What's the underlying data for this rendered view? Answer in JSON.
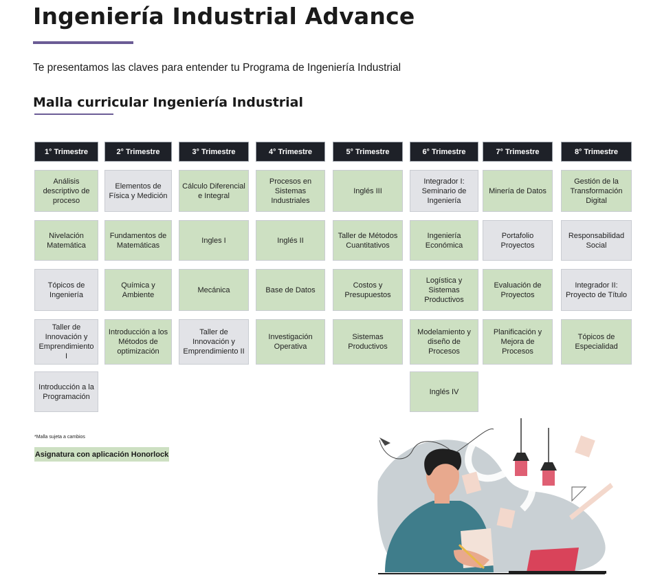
{
  "header": {
    "title": "Ingeniería Industrial Advance",
    "intro": "Te presentamos las claves para entender tu Programa de Ingeniería Industrial",
    "subtitle": "Malla curricular Ingeniería Industrial"
  },
  "colors": {
    "accent_rule": "#6b5c95",
    "header_bg": "#1e2128",
    "honorlock_green": "#cde0c2",
    "standard_gray": "#e2e3e7"
  },
  "curriculum": {
    "terms": [
      {
        "label": "1° Trimestre",
        "courses": [
          {
            "name": "Análisis descriptivo de proceso",
            "honorlock": true
          },
          {
            "name": "Nivelación Matemática",
            "honorlock": true
          },
          {
            "name": "Tópicos de Ingeniería",
            "honorlock": false
          },
          {
            "name": "Taller de Innovación y Emprendimiento I",
            "honorlock": false
          },
          {
            "name": "Introducción a la Programación",
            "honorlock": false
          }
        ]
      },
      {
        "label": "2° Trimestre",
        "courses": [
          {
            "name": "Elementos de Física y Medición",
            "honorlock": false
          },
          {
            "name": "Fundamentos de Matemáticas",
            "honorlock": true
          },
          {
            "name": "Química y Ambiente",
            "honorlock": true
          },
          {
            "name": "Introducción a los Métodos de optimización",
            "honorlock": true
          }
        ]
      },
      {
        "label": "3° Trimestre",
        "courses": [
          {
            "name": "Cálculo Diferencial e Integral",
            "honorlock": true
          },
          {
            "name": "Ingles I",
            "honorlock": true
          },
          {
            "name": "Mecánica",
            "honorlock": true
          },
          {
            "name": "Taller de Innovación y Emprendimiento II",
            "honorlock": false
          }
        ]
      },
      {
        "label": "4° Trimestre",
        "courses": [
          {
            "name": "Procesos en Sistemas Industriales",
            "honorlock": true
          },
          {
            "name": "Inglés II",
            "honorlock": true
          },
          {
            "name": "Base de Datos",
            "honorlock": true
          },
          {
            "name": "Investigación Operativa",
            "honorlock": true
          }
        ]
      },
      {
        "label": "5° Trimestre",
        "courses": [
          {
            "name": "Inglés III",
            "honorlock": true
          },
          {
            "name": "Taller de Métodos Cuantitativos",
            "honorlock": true
          },
          {
            "name": "Costos y Presupuestos",
            "honorlock": true
          },
          {
            "name": "Sistemas Productivos",
            "honorlock": true
          }
        ]
      },
      {
        "label": "6° Trimestre",
        "courses": [
          {
            "name": "Integrador I: Seminario de Ingeniería",
            "honorlock": false
          },
          {
            "name": "Ingeniería Económica",
            "honorlock": true
          },
          {
            "name": "Logística y Sistemas Productivos",
            "honorlock": true
          },
          {
            "name": "Modelamiento y diseño de Procesos",
            "honorlock": true
          },
          {
            "name": "Inglés IV",
            "honorlock": true
          }
        ]
      },
      {
        "label": "7° Trimestre",
        "courses": [
          {
            "name": "Minería de Datos",
            "honorlock": true
          },
          {
            "name": "Portafolio Proyectos",
            "honorlock": false
          },
          {
            "name": "Evaluación de Proyectos",
            "honorlock": true
          },
          {
            "name": "Planificación y Mejora de Procesos",
            "honorlock": true
          }
        ]
      },
      {
        "label": "8° Trimestre",
        "courses": [
          {
            "name": "Gestión de la Transformación Digital",
            "honorlock": true
          },
          {
            "name": "Responsabilidad Social",
            "honorlock": false
          },
          {
            "name": "Integrador II: Proyecto de Título",
            "honorlock": false
          },
          {
            "name": "Tópicos de Especialidad",
            "honorlock": true
          }
        ]
      }
    ]
  },
  "footer": {
    "note": "*Malla sujeta a cambios",
    "legend": "Asignatura con aplicación Honorlock"
  },
  "illustration": {
    "icon": "student-studying-illustration"
  }
}
